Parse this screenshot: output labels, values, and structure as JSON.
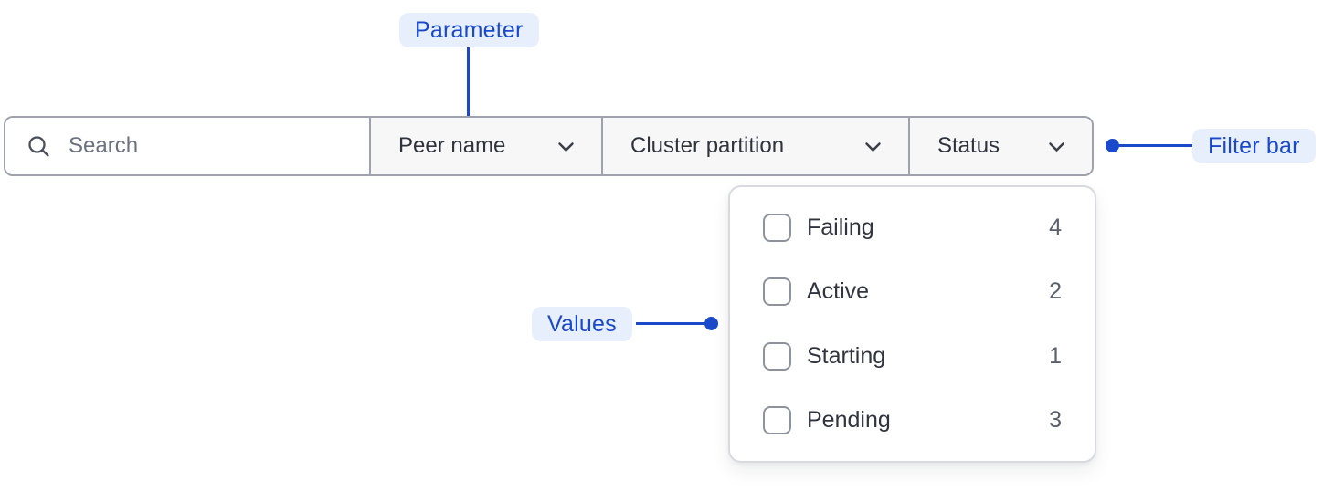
{
  "callouts": {
    "parameter": "Parameter",
    "filter_bar": "Filter bar",
    "values": "Values"
  },
  "filter_bar": {
    "search_placeholder": "Search",
    "filters": [
      {
        "label": "Peer name"
      },
      {
        "label": "Cluster partition"
      },
      {
        "label": "Status"
      }
    ]
  },
  "status_dropdown": {
    "options": [
      {
        "label": "Failing",
        "count": "4",
        "checked": false
      },
      {
        "label": "Active",
        "count": "2",
        "checked": false
      },
      {
        "label": "Starting",
        "count": "1",
        "checked": false
      },
      {
        "label": "Pending",
        "count": "3",
        "checked": false
      }
    ]
  },
  "colors": {
    "callout_accent": "#1a49cc",
    "callout_bg": "#e7effc",
    "bar_border": "#9da2ac",
    "section_bg": "#f7f7f8",
    "label_text": "#2f333d",
    "placeholder_text": "#6b7280",
    "panel_border": "#d8dae0",
    "checkbox_border": "#8d929d",
    "count_text": "#5a606b"
  }
}
